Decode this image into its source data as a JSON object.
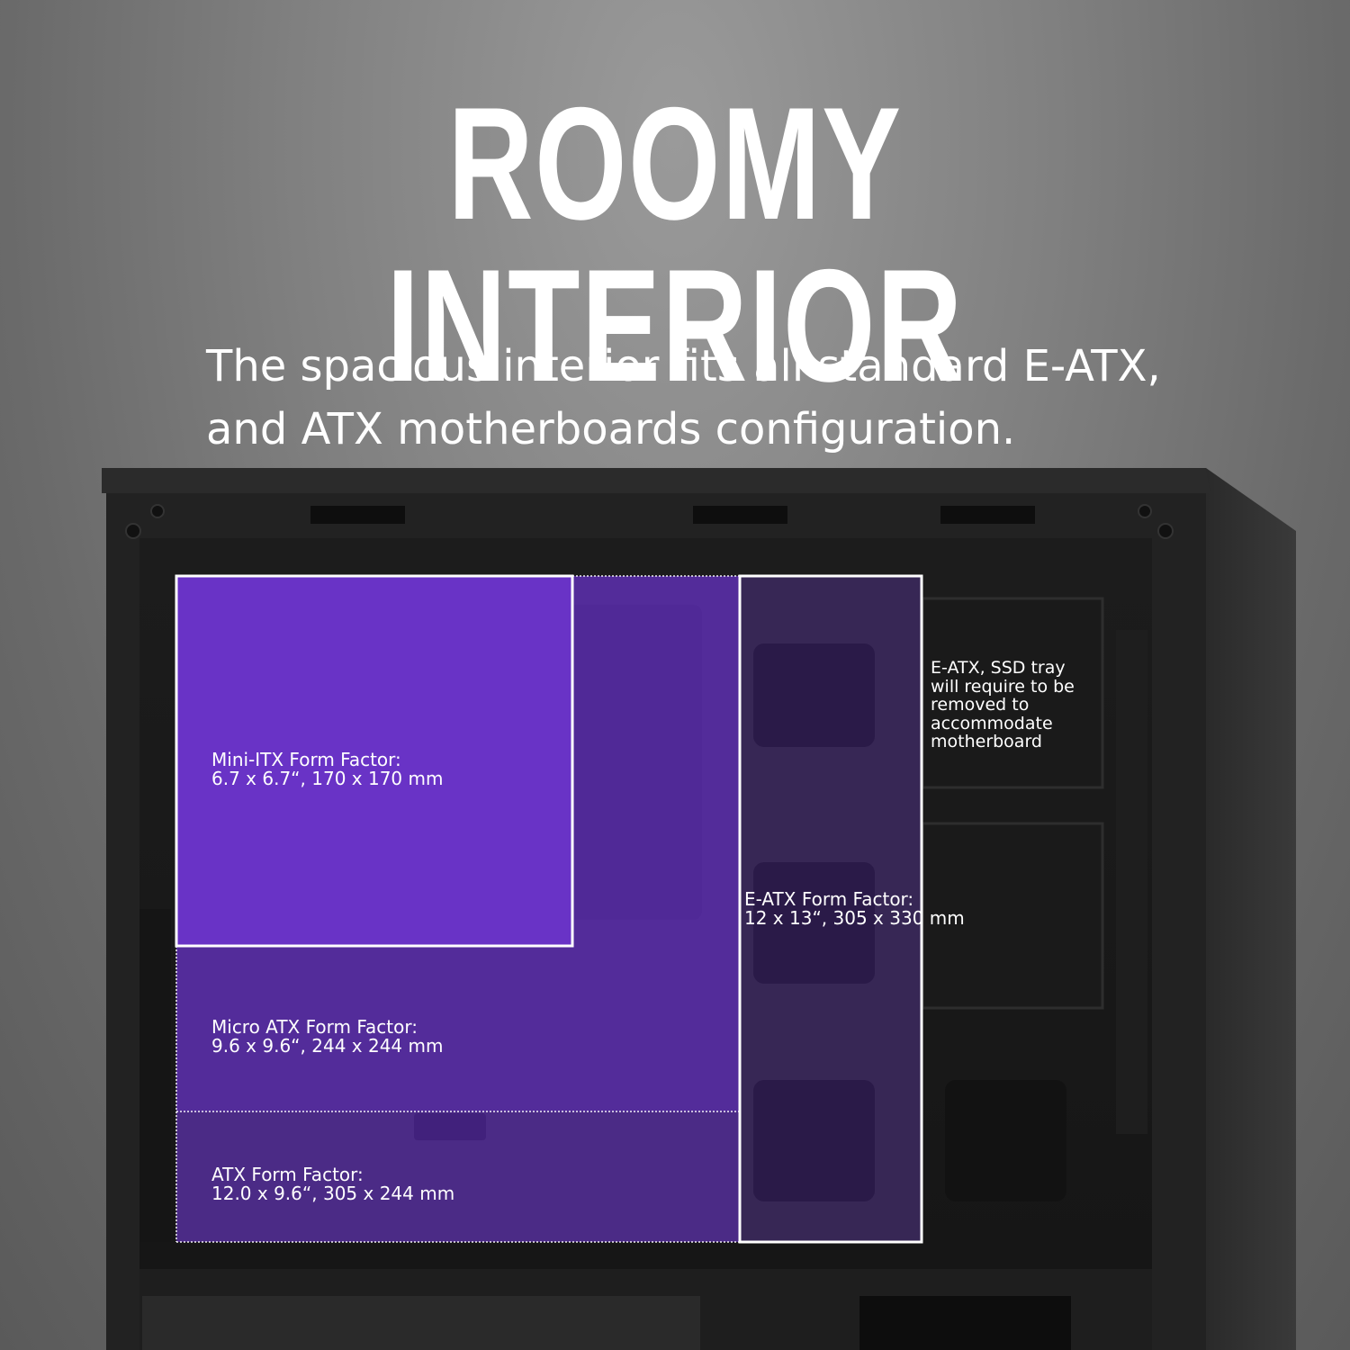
{
  "headline": "ROOMY INTERIOR",
  "subhead": {
    "line1": "The spacious interior fits all standard E-ATX,",
    "line2": "and ATX motherboards configuration."
  },
  "form_factors": {
    "mini_itx": {
      "line1": "Mini-ITX Form Factor:",
      "line2": "6.7 x 6.7“, 170 x 170 mm"
    },
    "micro_atx": {
      "line1": "Micro ATX Form Factor:",
      "line2": "9.6 x 9.6“, 244 x 244 mm"
    },
    "atx": {
      "line1": "ATX Form Factor:",
      "line2": "12.0 x 9.6“, 305 x 244 mm"
    },
    "e_atx": {
      "line1": "E-ATX Form Factor:",
      "line2": "12 x 13“, 305 x 330 mm"
    }
  },
  "e_atx_note": {
    "line1": "E-ATX, SSD tray",
    "line2": "will require to be",
    "line3": "removed to",
    "line4": "accommodate",
    "line5": "motherboard"
  },
  "colors": {
    "overlay_purple": "#6a2fd6",
    "background_grey": "#808080",
    "case_black": "#1a1a1a",
    "text": "#ffffff"
  }
}
